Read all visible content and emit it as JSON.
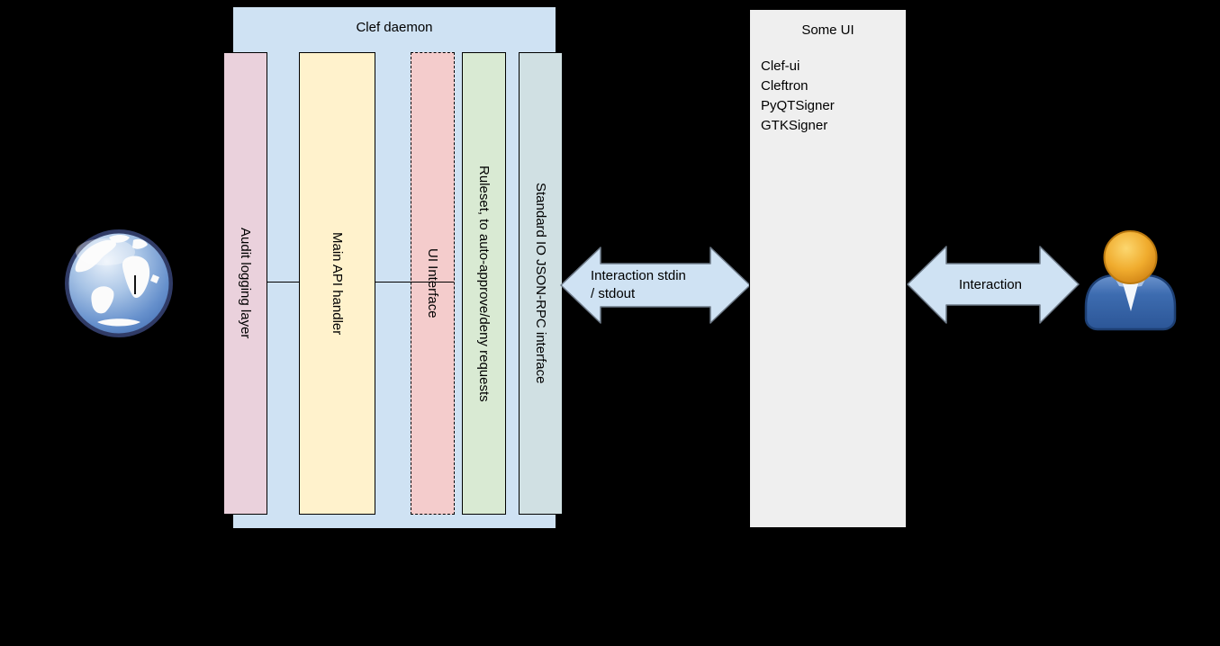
{
  "canvas": {
    "background": "#000000"
  },
  "clef_daemon": {
    "title": "Clef daemon",
    "fill": "#cfe2f3",
    "bars": [
      {
        "label": "Audit logging layer",
        "fill": "#ead1dc",
        "border": "solid"
      },
      {
        "label": "Main API handler",
        "fill": "#fff2cc",
        "border": "solid"
      },
      {
        "label": "UI Interface",
        "fill": "#f4cccc",
        "border": "dashed"
      },
      {
        "label": "Ruleset, to auto-approve/deny requests",
        "fill": "#d9ead3",
        "border": "solid"
      },
      {
        "label": "Standard IO JSON-RPC interface",
        "fill": "#d0e0e3",
        "border": "solid"
      }
    ]
  },
  "connections": {
    "left_arrow": {
      "label_lines": [
        "Interaction stdin",
        "/ stdout"
      ],
      "fill": "#cfe2f3"
    },
    "right_arrow": {
      "label": "Interaction",
      "fill": "#cfe2f3"
    }
  },
  "some_ui": {
    "title": "Some UI",
    "fill": "#efefef",
    "items": [
      "Clef-ui",
      "Cleftron",
      "PyQTSigner",
      "GTKSigner"
    ]
  },
  "icons": {
    "globe": "globe-icon",
    "person": "person-icon"
  }
}
